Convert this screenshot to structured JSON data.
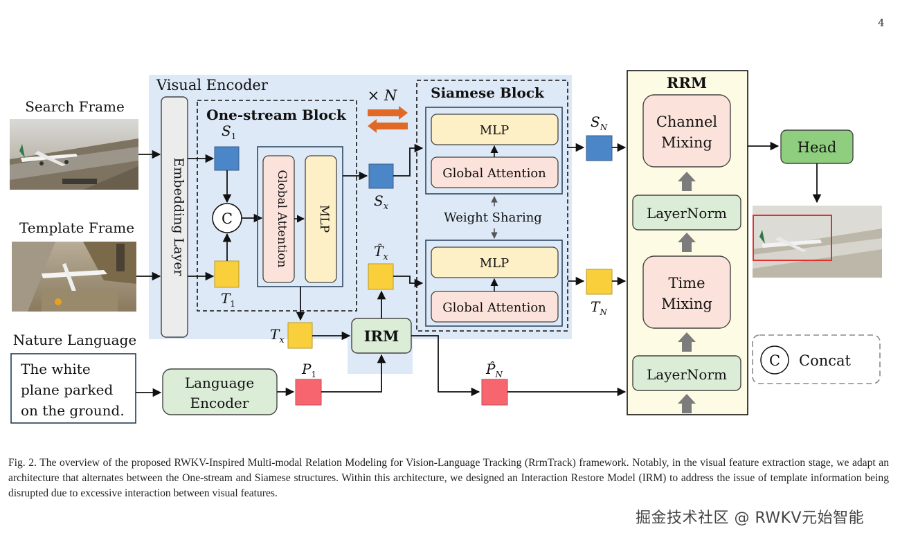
{
  "page": {
    "number": "4"
  },
  "figure": {
    "inputs": {
      "search_frame": "Search Frame",
      "template_frame": "Template Frame",
      "nature_language": "Nature Language",
      "language_text": [
        "The white",
        "plane parked",
        "on the ground."
      ]
    },
    "visual_encoder": {
      "title": "Visual Encoder",
      "embedding_layer": "Embedding Layer",
      "one_stream_block": "One-stream Block",
      "global_attention": "Global Attention",
      "mlp": "MLP",
      "concat_symbol": "C",
      "repeat": "× N"
    },
    "tokens": {
      "s1": "S",
      "s1_sub": "1",
      "t1": "T",
      "t1_sub": "1",
      "sx": "S",
      "sx_sub": "x",
      "tx": "T",
      "tx_sub": "x",
      "tx_hat": "T̂",
      "tx_hat_sub": "x",
      "p1": "P",
      "p1_sub": "1",
      "pn_hat": "P̂",
      "pn_hat_sub": "N",
      "sn": "S",
      "sn_sub": "N",
      "tn": "T",
      "tn_sub": "N"
    },
    "siamese_block": {
      "title": "Siamese Block",
      "mlp": "MLP",
      "global_attention": "Global Attention",
      "weight_sharing": "Weight Sharing"
    },
    "irm": "IRM",
    "language_encoder": [
      "Language",
      "Encoder"
    ],
    "rrm": {
      "title": "RRM",
      "channel_mixing": [
        "Channel",
        "Mixing"
      ],
      "time_mixing": [
        "Time",
        "Mixing"
      ],
      "layernorm": "LayerNorm"
    },
    "head": "Head",
    "legend": {
      "symbol": "C",
      "label": "Concat"
    },
    "colors": {
      "encoder_bg": "#dde9f6",
      "search_token": "#4a86c8",
      "template_token": "#f9cf3c",
      "prompt_token": "#f7656f",
      "attention_fill": "#fbe2da",
      "mlp_fill": "#fdefc6",
      "green_fill": "#dbecd7",
      "head_fill": "#8fce7e",
      "rrm_bg": "#fdfbe3",
      "arrow_orange": "#e06a25",
      "pred_box": "#e23030"
    }
  },
  "caption": {
    "label": "Fig. 2.",
    "text": "The overview of the proposed RWKV-Inspired Multi-modal Relation Modeling for Vision-Language Tracking (RrmTrack) framework. Notably, in the visual feature extraction stage, we adapt an architecture that alternates between the One-stream and Siamese structures. Within this architecture, we designed an Interaction Restore Model (IRM) to address the issue of template information being disrupted due to excessive interaction between visual features."
  },
  "watermark": "掘金技术社区 @ RWKV元始智能"
}
